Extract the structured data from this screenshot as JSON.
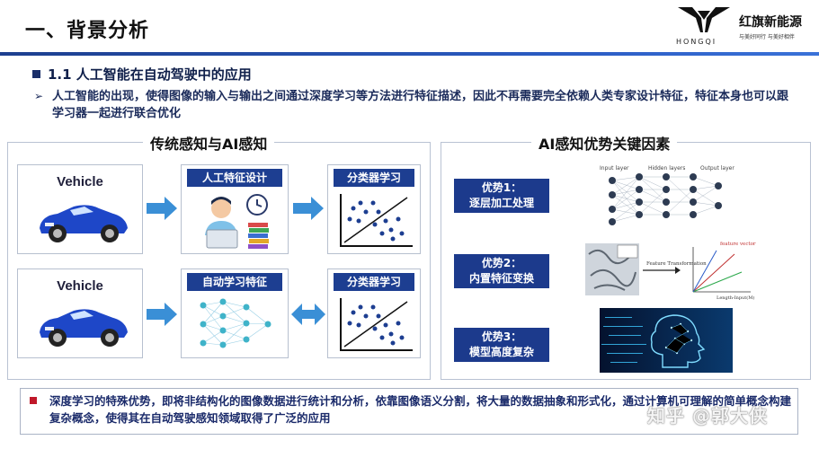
{
  "header": {
    "title": "一、背景分析",
    "logo_en": "HONGQI",
    "logo_cn": "红旗新能源",
    "logo_slogan": "与美好同行 与美好相伴"
  },
  "section": {
    "title": "1.1 人工智能在自动驾驶中的应用",
    "description": "人工智能的出现，使得图像的输入与输出之间通过深度学习等方法进行特征描述，因此不再需要完全依赖人类专家设计特征，特征本身也可以跟学习器一起进行联合优化"
  },
  "left_panel": {
    "title": "传统感知与AI感知",
    "row1": {
      "input_label": "Vehicle",
      "feature_box": "人工特征设计",
      "classifier_box": "分类器学习"
    },
    "row2": {
      "input_label": "Vehicle",
      "feature_box": "自动学习特征",
      "classifier_box": "分类器学习"
    }
  },
  "right_panel": {
    "title": "AI感知优势关键因素",
    "advantages": [
      {
        "line1": "优势1：",
        "line2": "逐层加工处理"
      },
      {
        "line1": "优势2：",
        "line2": "内置特征变换"
      },
      {
        "line1": "优势3：",
        "line2": "模型高度复杂"
      }
    ],
    "diagram_labels": {
      "input_layer": "Input layer",
      "hidden_layers": "Hidden layers",
      "output_layer": "Output layer",
      "feature_transformation": "Feature Transformation",
      "feature_vector": "feature vector",
      "length_axis": "Length-Input(M)"
    }
  },
  "bottom": {
    "text": "深度学习的特殊优势，即将非结构化的图像数据进行统计和分析，依靠图像语义分割，将大量的数据抽象和形式化，通过计算机可理解的简单概念构建复杂概念，使得其在自动驾驶感知领域取得了广泛的应用"
  },
  "watermark": "知乎 @郭大侠",
  "colors": {
    "accent_blue": "#1d3e91",
    "arrow_blue": "#3a8fd6",
    "bullet_red": "#c0192a"
  }
}
